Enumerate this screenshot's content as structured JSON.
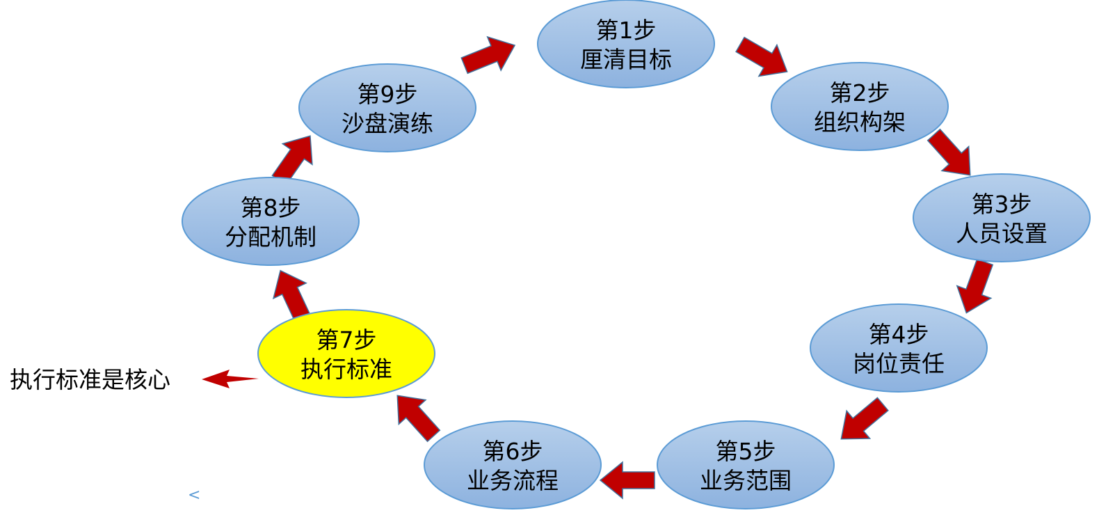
{
  "colors": {
    "step_fill_top": "#b4cdea",
    "step_fill_bottom": "#8fb3e0",
    "step_stroke": "#5b9bd5",
    "highlight_fill": "#ffff00",
    "arrow_fill": "#c00000",
    "arrow_stroke": "#41719c"
  },
  "steps": [
    {
      "number": "第1步",
      "name": "厘清目标",
      "highlighted": false
    },
    {
      "number": "第2步",
      "name": "组织构架",
      "highlighted": false
    },
    {
      "number": "第3步",
      "name": "人员设置",
      "highlighted": false
    },
    {
      "number": "第4步",
      "name": "岗位责任",
      "highlighted": false
    },
    {
      "number": "第5步",
      "name": "业务范围",
      "highlighted": false
    },
    {
      "number": "第6步",
      "name": "业务流程",
      "highlighted": false
    },
    {
      "number": "第7步",
      "name": "执行标准",
      "highlighted": true
    },
    {
      "number": "第8步",
      "name": "分配机制",
      "highlighted": false
    },
    {
      "number": "第9步",
      "name": "沙盘演练",
      "highlighted": false
    }
  ],
  "callout": {
    "text": "执行标准是核心"
  },
  "nav_mark": "<"
}
